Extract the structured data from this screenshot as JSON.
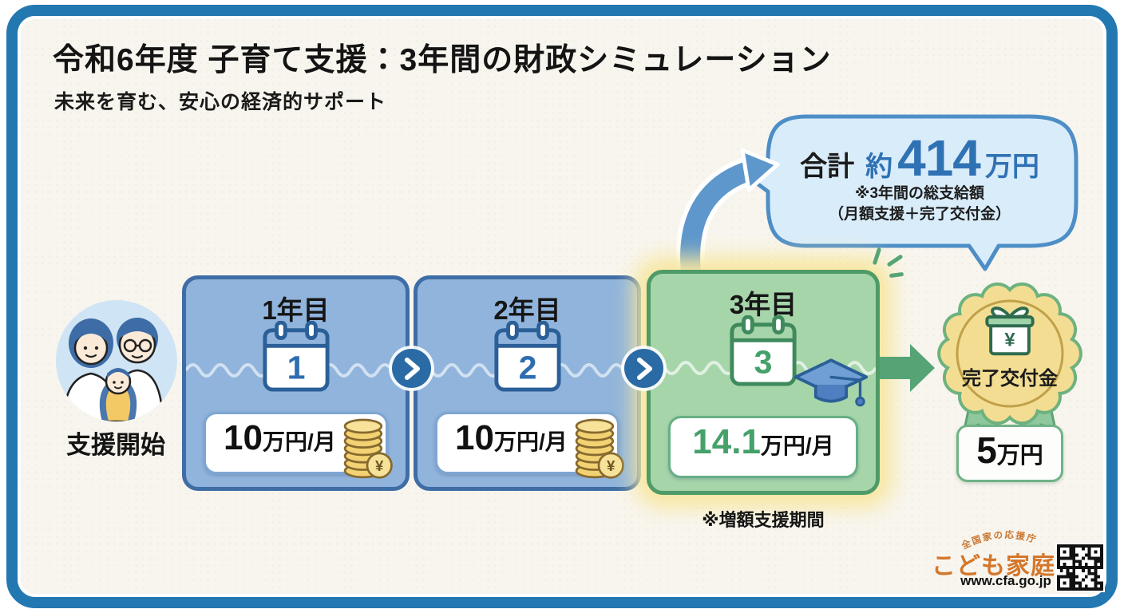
{
  "header": {
    "title": "令和6年度 子育て支援：3年間の財政シミュレーション",
    "subtitle": "未来を育む、安心の経済的サポート"
  },
  "total_bubble": {
    "label": "合計",
    "approx": "約",
    "amount": "414",
    "unit": "万円",
    "note_line1": "※3年間の総支給額",
    "note_line2": "（月額支援＋完了交付金）"
  },
  "start_label": "支援開始",
  "years": [
    {
      "label": "1年目",
      "calendar_number": "1",
      "amount": "10",
      "unit": "万円/月"
    },
    {
      "label": "2年目",
      "calendar_number": "2",
      "amount": "10",
      "unit": "万円/月"
    },
    {
      "label": "3年目",
      "calendar_number": "3",
      "amount": "14.1",
      "unit": "万円/月",
      "note": "※増額支援期間"
    }
  ],
  "completion": {
    "badge_label": "完了交付金",
    "amount": "5",
    "unit": "万円",
    "yen_symbol": "¥"
  },
  "coin_yen_symbol": "¥",
  "footer": {
    "arc_text": "全国家の応援庁",
    "logo_text": "こども家庭庁",
    "url": "www.cfa.go.jp"
  },
  "colors": {
    "frame_blue": "#2478b2",
    "background_cream": "#f8f5ee",
    "card_blue": "#90b4dc",
    "card_blue_border": "#3f6da5",
    "card_green": "#a6d5a9",
    "card_green_border": "#4f9b68",
    "accent_blue": "#2f72b4",
    "accent_green": "#44a169",
    "glow_yellow": "#f7e79f",
    "coin_gold": "#f2d272",
    "badge_yellow": "#f3dd92",
    "logo_orange": "#d4772b"
  }
}
